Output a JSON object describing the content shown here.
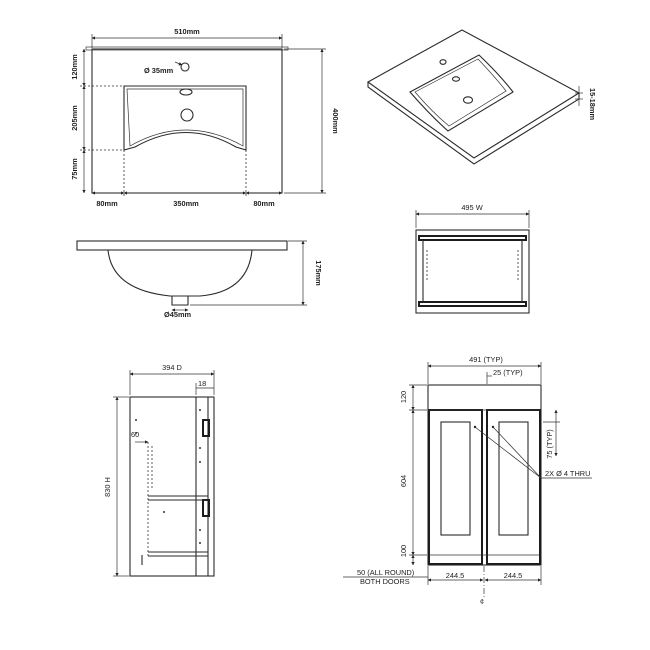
{
  "sink_top": {
    "width": "510mm",
    "depth": "400mm",
    "tap_hole": "Ø 35mm",
    "back": "120mm",
    "bowl": "205mm",
    "front": "75mm",
    "left": "80mm",
    "bowl_width": "350mm",
    "right": "80mm"
  },
  "sink_iso": {
    "edge": "15-18mm"
  },
  "sink_side": {
    "height": "175mm",
    "waste": "Ø45mm"
  },
  "cabinet_top": {
    "width": "495 W"
  },
  "cabinet_side": {
    "depth": "394 D",
    "panel": "18",
    "height": "830 H",
    "rail": "60"
  },
  "cabinet_front": {
    "width": "491 (TYP)",
    "stile": "25 (TYP)",
    "top_rail": "120",
    "inner": "75 (TYP)",
    "holes": "2X Ø 4 THRU",
    "door_h": "604",
    "plinth": "100",
    "gap_line1": "50 (ALL ROUND)",
    "gap_line2": "BOTH DOORS",
    "door_left": "244.5",
    "door_right": "244.5",
    "center_mark": "¢"
  }
}
